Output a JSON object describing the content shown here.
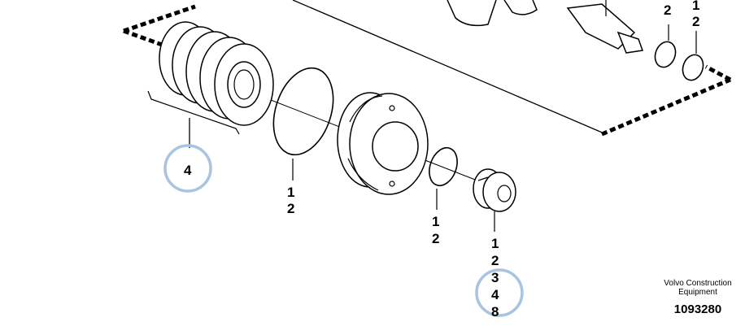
{
  "callouts": {
    "group_4": "4",
    "oring_large": [
      "1",
      "2"
    ],
    "oring_small": [
      "1",
      "2"
    ],
    "plug": [
      "1",
      "2",
      "3",
      "4",
      "8"
    ],
    "top_ring_a": "2",
    "top_ring_b": [
      "1",
      "2"
    ]
  },
  "footer": {
    "line1": "Volvo Construction",
    "line2": "Equipment",
    "number": "1093280"
  },
  "colors": {
    "highlight": "#a8c4e0",
    "line": "#000000"
  }
}
